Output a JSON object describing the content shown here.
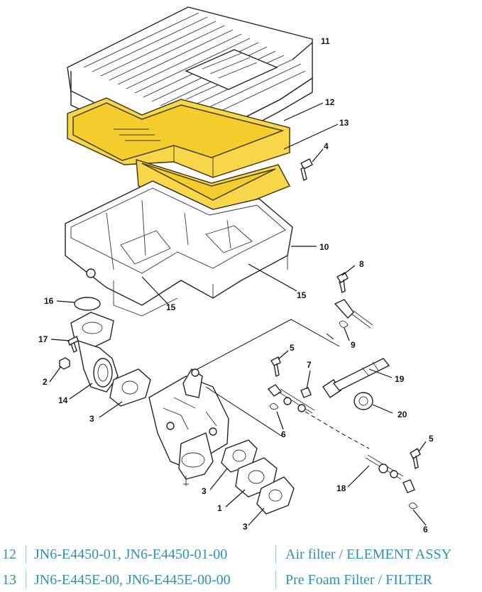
{
  "callouts": {
    "c11": "11",
    "c12": "12",
    "c13": "13",
    "c4": "4",
    "c10": "10",
    "c15a": "15",
    "c15b": "15",
    "c16": "16",
    "c17": "17",
    "c2": "2",
    "c14": "14",
    "c3a": "3",
    "c3b": "3",
    "c3c": "3",
    "c1": "1",
    "c8": "8",
    "c9": "9",
    "c5a": "5",
    "c5b": "5",
    "c7": "7",
    "c19": "19",
    "c20": "20",
    "c6a": "6",
    "c6b": "6",
    "c18": "18"
  },
  "parts_table": {
    "rows": [
      {
        "no": "12",
        "part_numbers": "JN6-E4450-01, JN6-E4450-01-00",
        "description": "Air filter / ELEMENT ASSY"
      },
      {
        "no": "13",
        "part_numbers": "JN6-E445E-00, JN6-E445E-00-00",
        "description": "Pre Foam Filter / FILTER"
      }
    ]
  },
  "colors": {
    "highlight": "#f7d64a",
    "table_text": "#2f8fb8"
  }
}
